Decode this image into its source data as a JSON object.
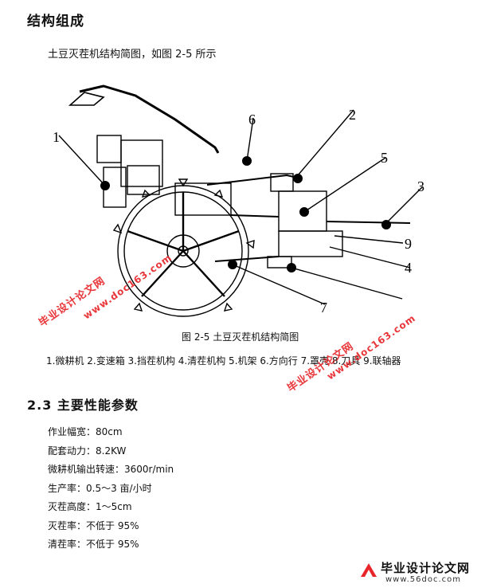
{
  "heading": "结构组成",
  "intro": "土豆灭茬机结构简图，如图 2-5 所示",
  "figure": {
    "labels": [
      "1",
      "2",
      "3",
      "4",
      "5",
      "6",
      "7",
      "9"
    ],
    "caption": "图 2-5   土豆灭茬机结构简图"
  },
  "legend": "1.微耕机  2.变速箱  3.挡茬机构  4.清茬机构  5.机架  6.方向行  7.罩壳  8.刀具  9.联轴器",
  "section2": {
    "title": "2.3 主要性能参数",
    "params": [
      "作业幅宽：80cm",
      "配套动力：8.2KW",
      "微耕机输出转速：3600r/min",
      "生产率：0.5～3 亩/小时",
      "灭茬高度：1～5cm",
      "灭茬率：不低于 95%",
      "清茬率：不低于 95%"
    ]
  },
  "watermarks": {
    "text": "毕业设计论文网",
    "url": "www.doc163.com"
  },
  "footer": {
    "brand": "毕业设计论文网",
    "url": "www.56doc.com"
  },
  "colors": {
    "watermark": "#e8262a",
    "text": "#111111"
  }
}
